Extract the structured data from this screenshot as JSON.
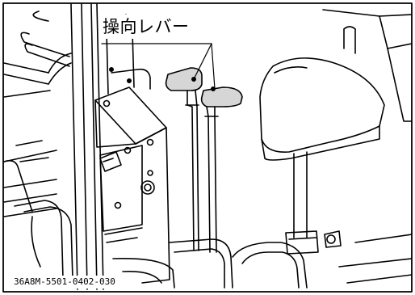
{
  "figure": {
    "callout_label": "操向レバー",
    "figure_id": "36A8M-5501-0402-030"
  },
  "icons": {
    "steering_levers": "steering-lever-pair",
    "seat": "operator-seat"
  }
}
